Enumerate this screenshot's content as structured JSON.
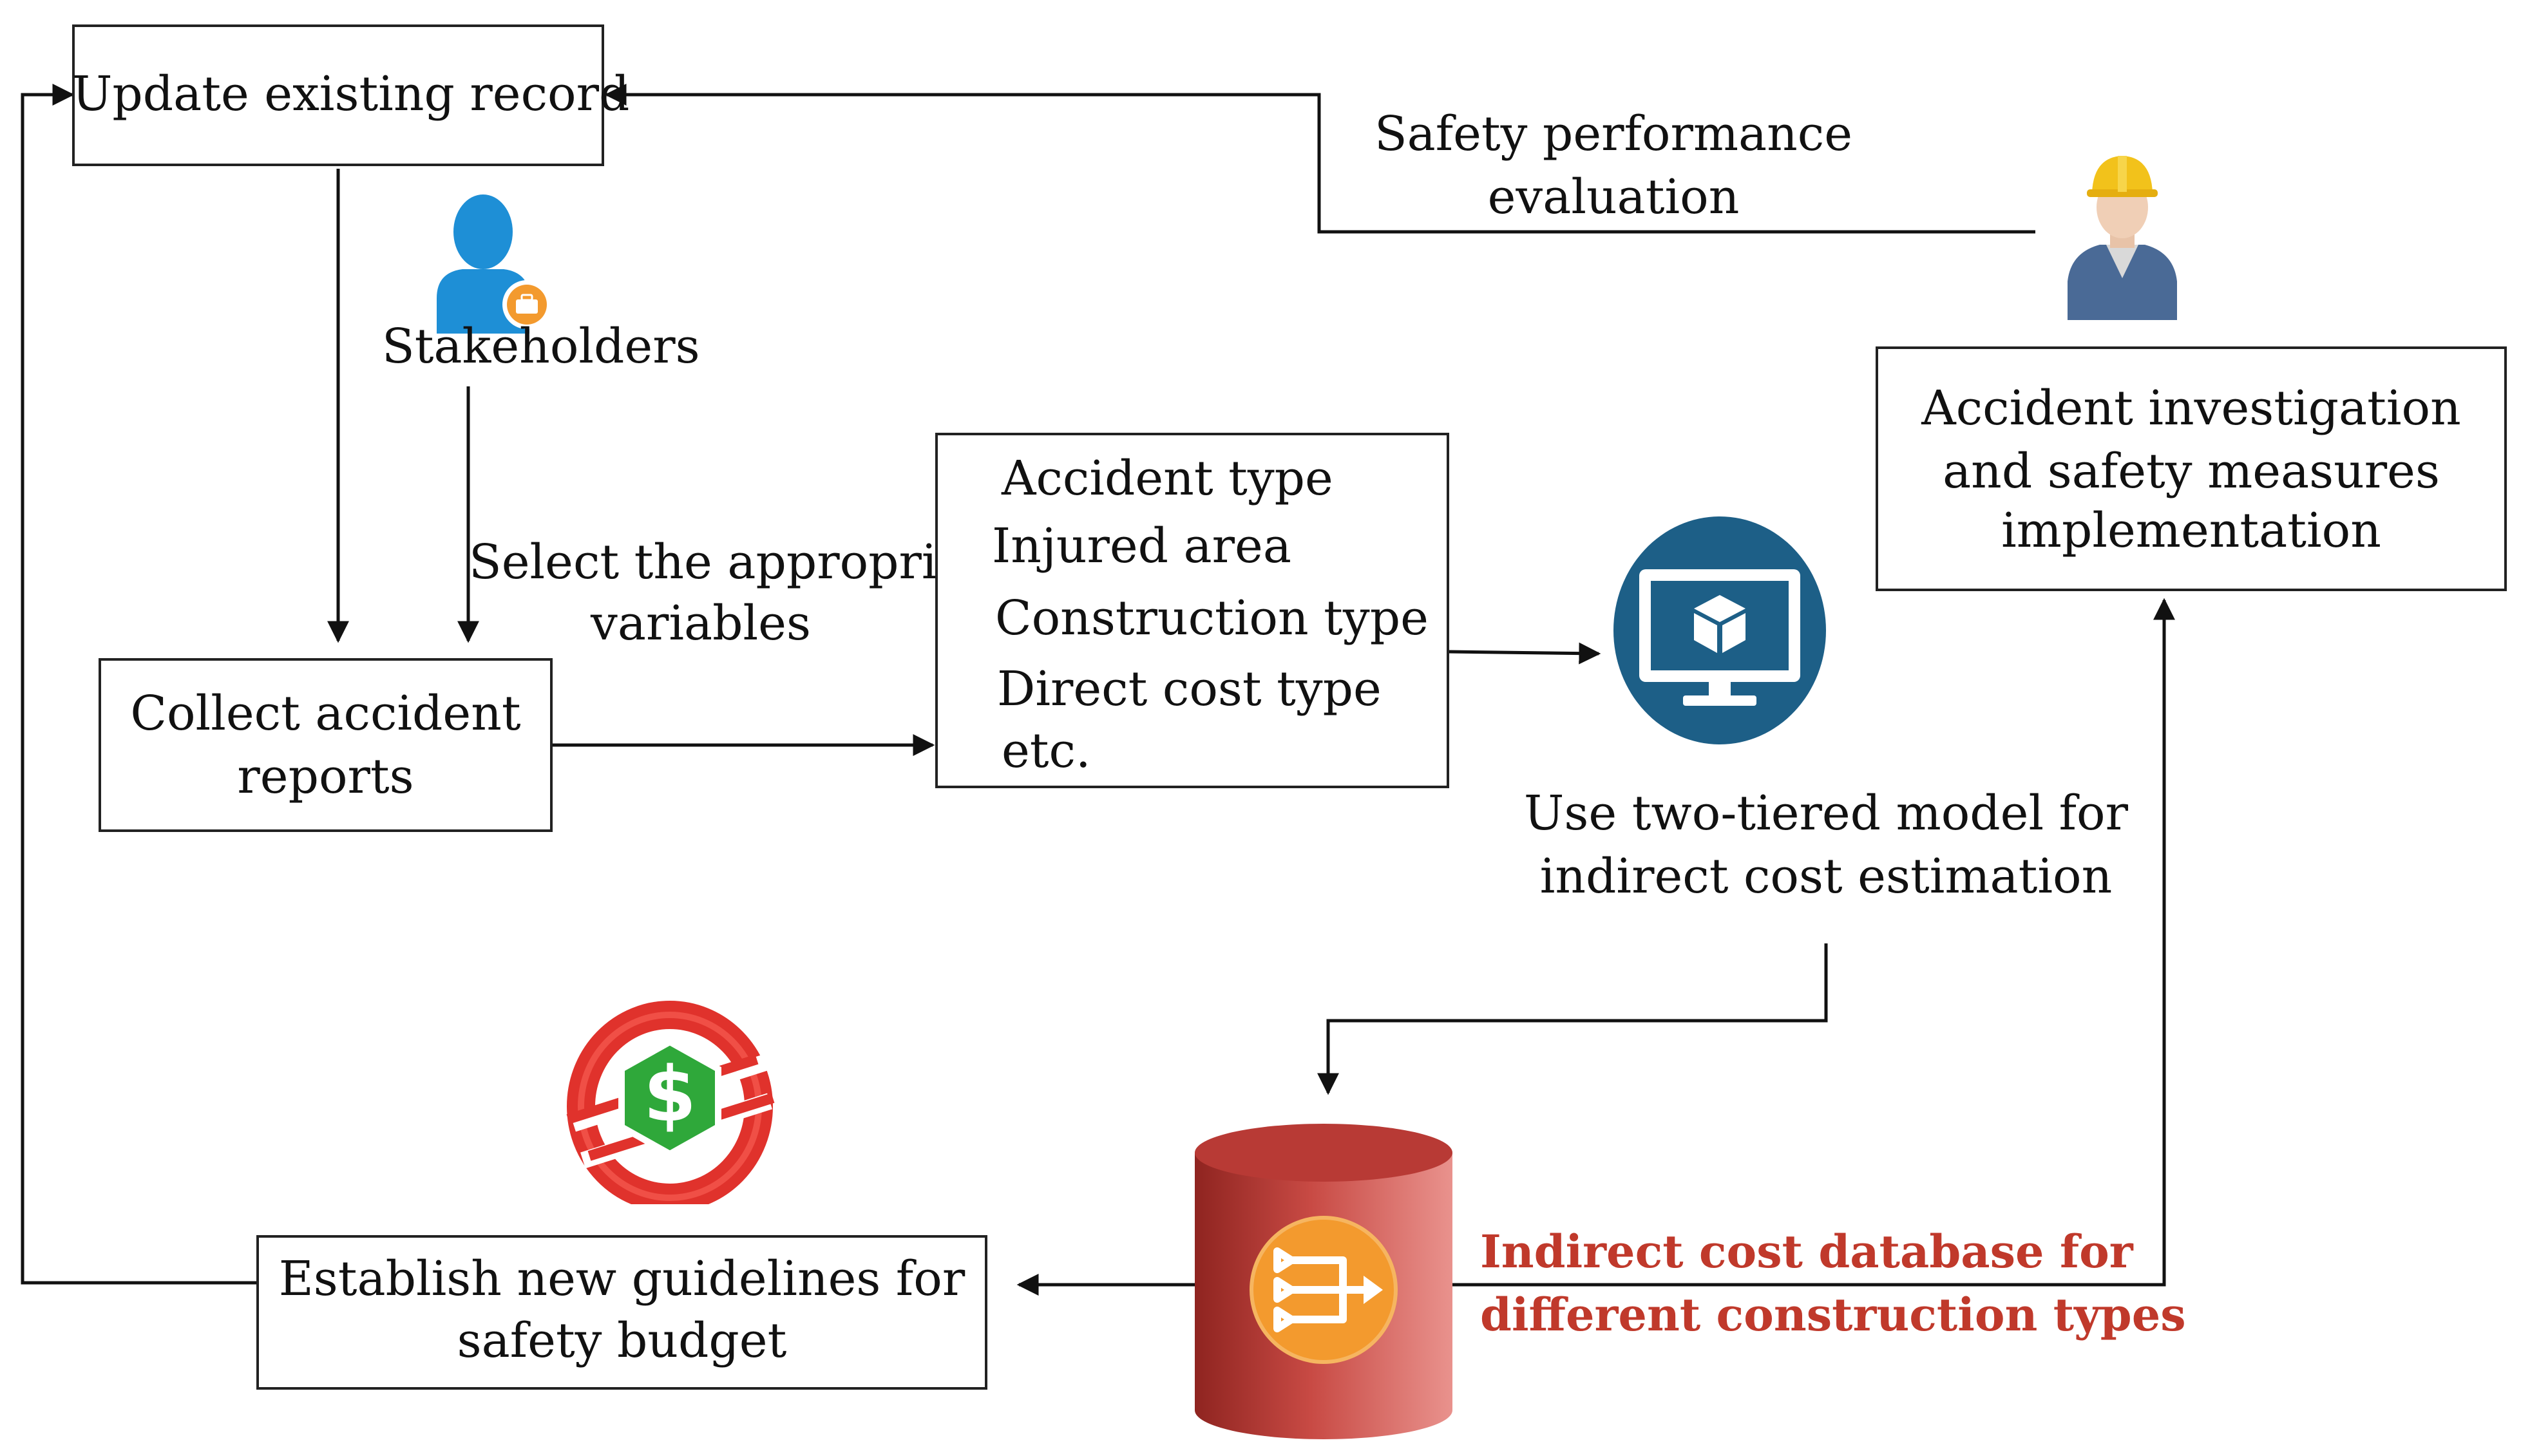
{
  "nodes": {
    "update_record": {
      "label": "Update existing record"
    },
    "stakeholders": {
      "label": "Stakeholders"
    },
    "collect_reports": {
      "line1": "Collect accident",
      "line2": "reports"
    },
    "select_variables": {
      "line1": "Select the appropriate",
      "line2": "variables"
    },
    "variables_list": {
      "items": [
        "Accident type",
        "Injured area",
        "Construction type",
        "Direct cost type",
        "etc."
      ]
    },
    "two_tiered_model": {
      "line1": "Use two-tiered model for",
      "line2": "indirect cost estimation"
    },
    "safety_eval": {
      "line1": "Safety performance",
      "line2": "evaluation"
    },
    "accident_investigation": {
      "line1": "Accident investigation",
      "line2": "and safety measures",
      "line3": "implementation"
    },
    "database": {
      "line1": "Indirect cost database for",
      "line2": "different construction types"
    },
    "guidelines": {
      "line1": "Establish new guidelines for",
      "line2": "safety budget"
    }
  },
  "icons": {
    "stakeholders": "stakeholder-person-icon",
    "worker": "construction-worker-icon",
    "monitor": "computer-monitor-cube-icon",
    "database": "database-cylinder-icon",
    "budget": "safety-budget-dollar-icon"
  },
  "colors": {
    "database_label": "#c0392b",
    "monitor_circle": "#1d5f87",
    "cylinder": "#b53a36",
    "db_badge": "#f39a2e"
  }
}
